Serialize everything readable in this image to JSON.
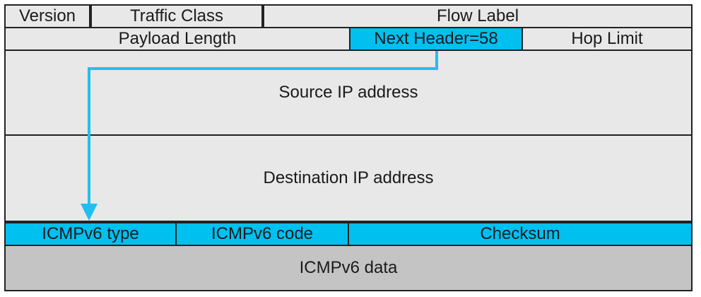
{
  "colors": {
    "header_bg": "#e8e8e8",
    "highlight_bg": "#00c0f0",
    "data_bg": "#c4c4c4",
    "arrow": "#1ec0f0",
    "border": "#222222"
  },
  "row1": {
    "version": "Version",
    "traffic_class": "Traffic Class",
    "flow_label": "Flow Label"
  },
  "row2": {
    "payload_length": "Payload Length",
    "next_header": "Next Header=58",
    "hop_limit": "Hop Limit"
  },
  "source": "Source IP address",
  "destination": "Destination IP address",
  "icmp": {
    "type": "ICMPv6 type",
    "code": "ICMPv6 code",
    "checksum": "Checksum",
    "data": "ICMPv6 data"
  }
}
